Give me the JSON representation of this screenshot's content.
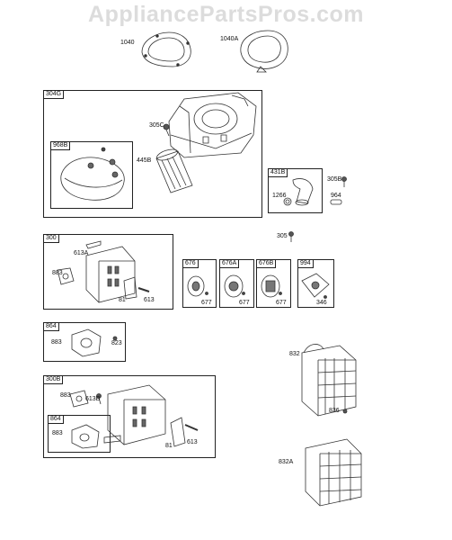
{
  "watermark": "AppliancePartsPros.com",
  "boxes": {
    "b304g": "304G",
    "b968b": "968B",
    "b431b": "431B",
    "b300": "300",
    "b676": "676",
    "b676a": "676A",
    "b676b": "676B",
    "b994": "994",
    "b864a": "864",
    "b300b": "300B",
    "b864b": "864"
  },
  "labels": {
    "l1040": "1040",
    "l1040a": "1040A",
    "l305c": "305C",
    "l445b": "445B",
    "l305b": "305B",
    "l1266": "1266",
    "l964": "964",
    "l305": "305",
    "l613a": "613A",
    "l883a": "883",
    "l81a": "81",
    "l613a2": "613",
    "l677a": "677",
    "l677b": "677",
    "l677c": "677",
    "l346": "346",
    "l883b": "883",
    "l823": "823",
    "l832": "832",
    "l883c": "883",
    "l613b": "613B",
    "l883d": "883",
    "l81b": "81",
    "l613c": "613",
    "l836": "836",
    "l832a": "832A"
  }
}
